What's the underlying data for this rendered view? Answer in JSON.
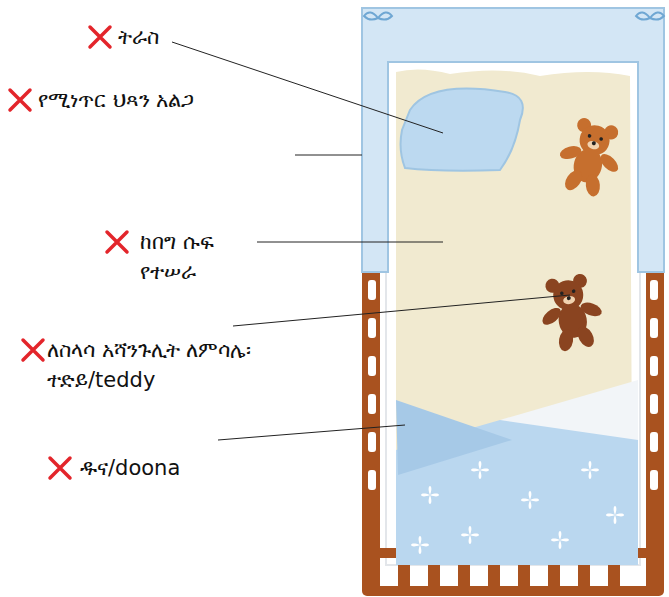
{
  "diagram": {
    "labels": [
      "ትራስ",
      "የሚነጥር ህጻን አልጋ",
      "ከበግ ሱፍ የተሠራ",
      "ለስላሳ አሻንጉሊት ለምሳሌ፡ ተድይ/teddy",
      "ዱና/doona"
    ]
  }
}
